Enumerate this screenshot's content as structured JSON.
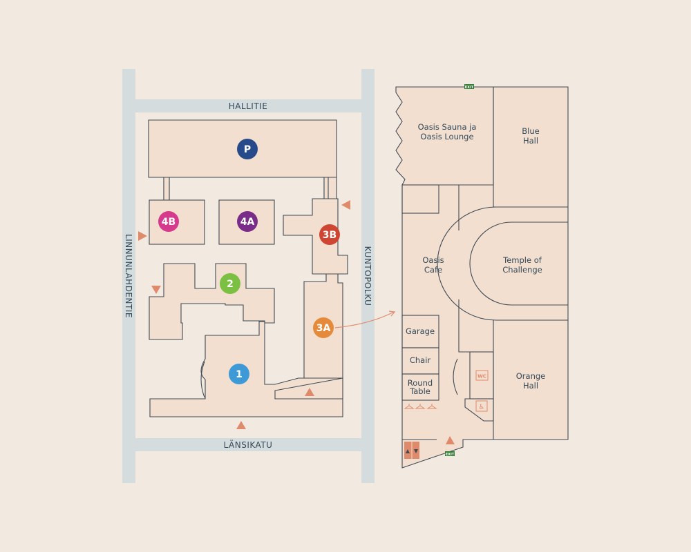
{
  "colors": {
    "background": "#f2e9e0",
    "street": "#d4dcdd",
    "building_fill": "#f2dfcf",
    "outline": "#3f4a55",
    "text": "#34495a",
    "entrance": "#e08a6c",
    "exit_sign": "#2e7d32"
  },
  "streets": {
    "north": "HALLITIE",
    "south": "LÄNSIKATU",
    "west": "LINNUNLAHDENTIE",
    "east": "KUNTOPOLKU"
  },
  "markers": {
    "p": {
      "label": "P",
      "color": "#264a8a"
    },
    "4b": {
      "label": "4B",
      "color": "#d63a8c"
    },
    "4a": {
      "label": "4A",
      "color": "#7a2d88"
    },
    "3b": {
      "label": "3B",
      "color": "#cf4532"
    },
    "2": {
      "label": "2",
      "color": "#7bbf43"
    },
    "3a": {
      "label": "3A",
      "color": "#e58a3a"
    },
    "1": {
      "label": "1",
      "color": "#3d9ad6"
    }
  },
  "rooms": {
    "oasis_sauna": [
      "Oasis Sauna ja",
      "Oasis Lounge"
    ],
    "blue_hall": [
      "Blue",
      "Hall"
    ],
    "oasis_cafe": [
      "Oasis",
      "Cafe"
    ],
    "temple": [
      "Temple of",
      "Challenge"
    ],
    "garage": "Garage",
    "chair": "Chair",
    "round_table": [
      "Round",
      "Table"
    ],
    "orange_hall": [
      "Orange",
      "Hall"
    ]
  },
  "signs": {
    "exit": "EXIT",
    "wc": "WC",
    "accessible": "♿"
  }
}
